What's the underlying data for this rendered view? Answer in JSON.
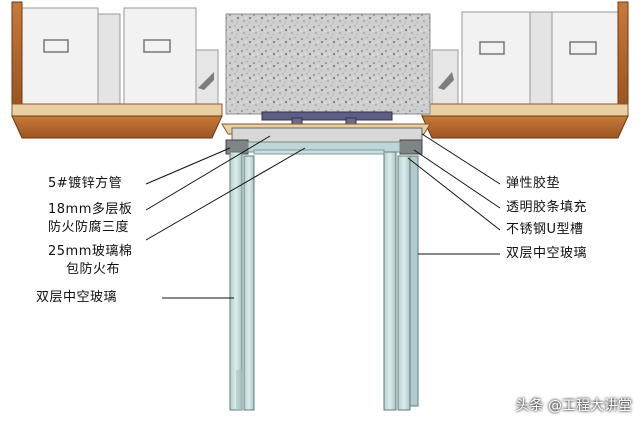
{
  "left_labels": {
    "square_tube": "5#镀锌方管",
    "plywood_line1": "18mm多层板",
    "plywood_line2": "防火防腐三度",
    "glasswool_line1": "25mm玻璃棉",
    "glasswool_line2": "包防火布",
    "hollow_glass": "双层中空玻璃"
  },
  "right_labels": {
    "rubber_pad": "弹性胶垫",
    "sealant_strip": "透明胶条填充",
    "u_channel": "不锈钢U型槽",
    "hollow_glass": "双层中空玻璃"
  },
  "watermark": "头条 @工程大讲堂",
  "colors": {
    "wood": "#b8692c",
    "wood_dark": "#8a4a1c",
    "slab_top": "#e6c79b",
    "concrete": "#cfcfcf",
    "glass": "#c9dfe0",
    "steel": "#9aa4a6",
    "box": "#f3f3f3",
    "line": "#111111"
  }
}
